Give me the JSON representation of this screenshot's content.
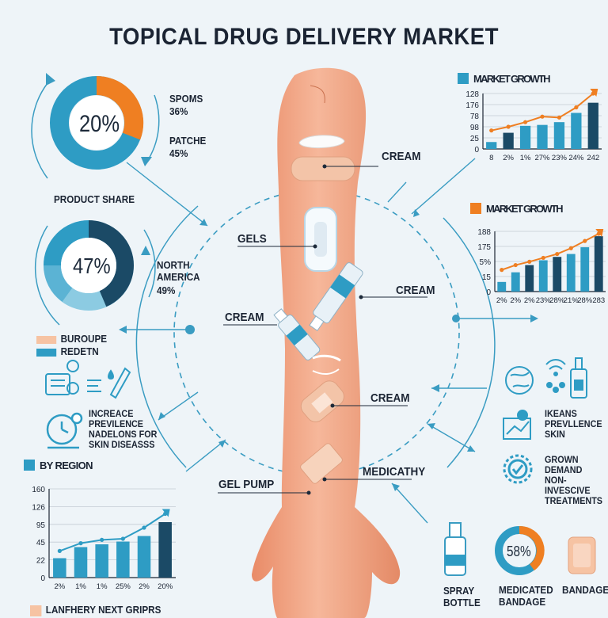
{
  "title": "TOPICAL DRUG DELIVERY MARKET",
  "colors": {
    "teal": "#2e9cc4",
    "orange": "#ef7f22",
    "navy": "#1b4a66",
    "light": "#8ccbe2",
    "skin": "#f0a887",
    "bg": "#eef4f8"
  },
  "donut1": {
    "center": "20%",
    "label_a": "SPOMS",
    "value_a": "36%",
    "label_b": "PATCHE",
    "value_b": "45%"
  },
  "donut2": {
    "heading": "PRODUCT SHARE",
    "center": "47%",
    "label": "NORTH AMERICA",
    "value": "49%"
  },
  "legend_left": {
    "item1": "BUROUPE",
    "item2": "REDETN"
  },
  "left_info": {
    "prevalence": "INCREACE PREVILENCE NADELONS FOR SKIN DISEASSS"
  },
  "arm_labels": {
    "cream_top": "CREAM",
    "gels": "GELS",
    "cream_right": "CREAM",
    "cream_left": "CREAM",
    "cream_mid": "CREAM",
    "medicathy": "MEDICATHY",
    "gel_pump": "GEL PUMP"
  },
  "right_info": {
    "prevalence": "IKEANS PREVLLENCE SKIN",
    "demand": "GROWN DEMAND NON-INVESCIVE TREATMENTS"
  },
  "bottom_icons": {
    "spray": "SPRAY BOTTLE",
    "medicated_center": "58%",
    "medicated": "MEDICATED BANDAGE",
    "bandage": "BANDAGE"
  },
  "bottom_legend": "LANFHERY NEXT GRIPRS",
  "chart_data": [
    {
      "type": "bar",
      "title": "MARKET GROWTH",
      "categories": [
        "8",
        "2%",
        "1%",
        "27%",
        "23%",
        "24%",
        "242"
      ],
      "yticks": [
        "0",
        "25",
        "98",
        "78",
        "176",
        "128"
      ],
      "values": [
        15,
        35,
        50,
        52,
        58,
        78,
        100
      ],
      "line": [
        40,
        48,
        58,
        70,
        68,
        90,
        120
      ],
      "ylim": [
        0,
        120
      ]
    },
    {
      "type": "bar",
      "title": "MARKET GROWTH",
      "categories": [
        "2%",
        "2%",
        "2%",
        "23%",
        "28%",
        "21%",
        "28%",
        "283"
      ],
      "yticks": [
        "0",
        "15",
        "5%",
        "175",
        "188"
      ],
      "values": [
        20,
        40,
        55,
        65,
        72,
        78,
        92,
        115
      ],
      "line": [
        45,
        55,
        62,
        70,
        78,
        90,
        105,
        120
      ],
      "ylim": [
        0,
        125
      ]
    },
    {
      "type": "bar",
      "title": "BY REGION",
      "categories": [
        "2%",
        "1%",
        "1%",
        "25%",
        "2%",
        "20%"
      ],
      "yticks": [
        "0",
        "22",
        "45",
        "95",
        "126",
        "160"
      ],
      "values": [
        35,
        55,
        60,
        65,
        75,
        100
      ],
      "line": [
        48,
        62,
        68,
        70,
        90,
        115
      ],
      "ylim": [
        0,
        160
      ]
    }
  ]
}
